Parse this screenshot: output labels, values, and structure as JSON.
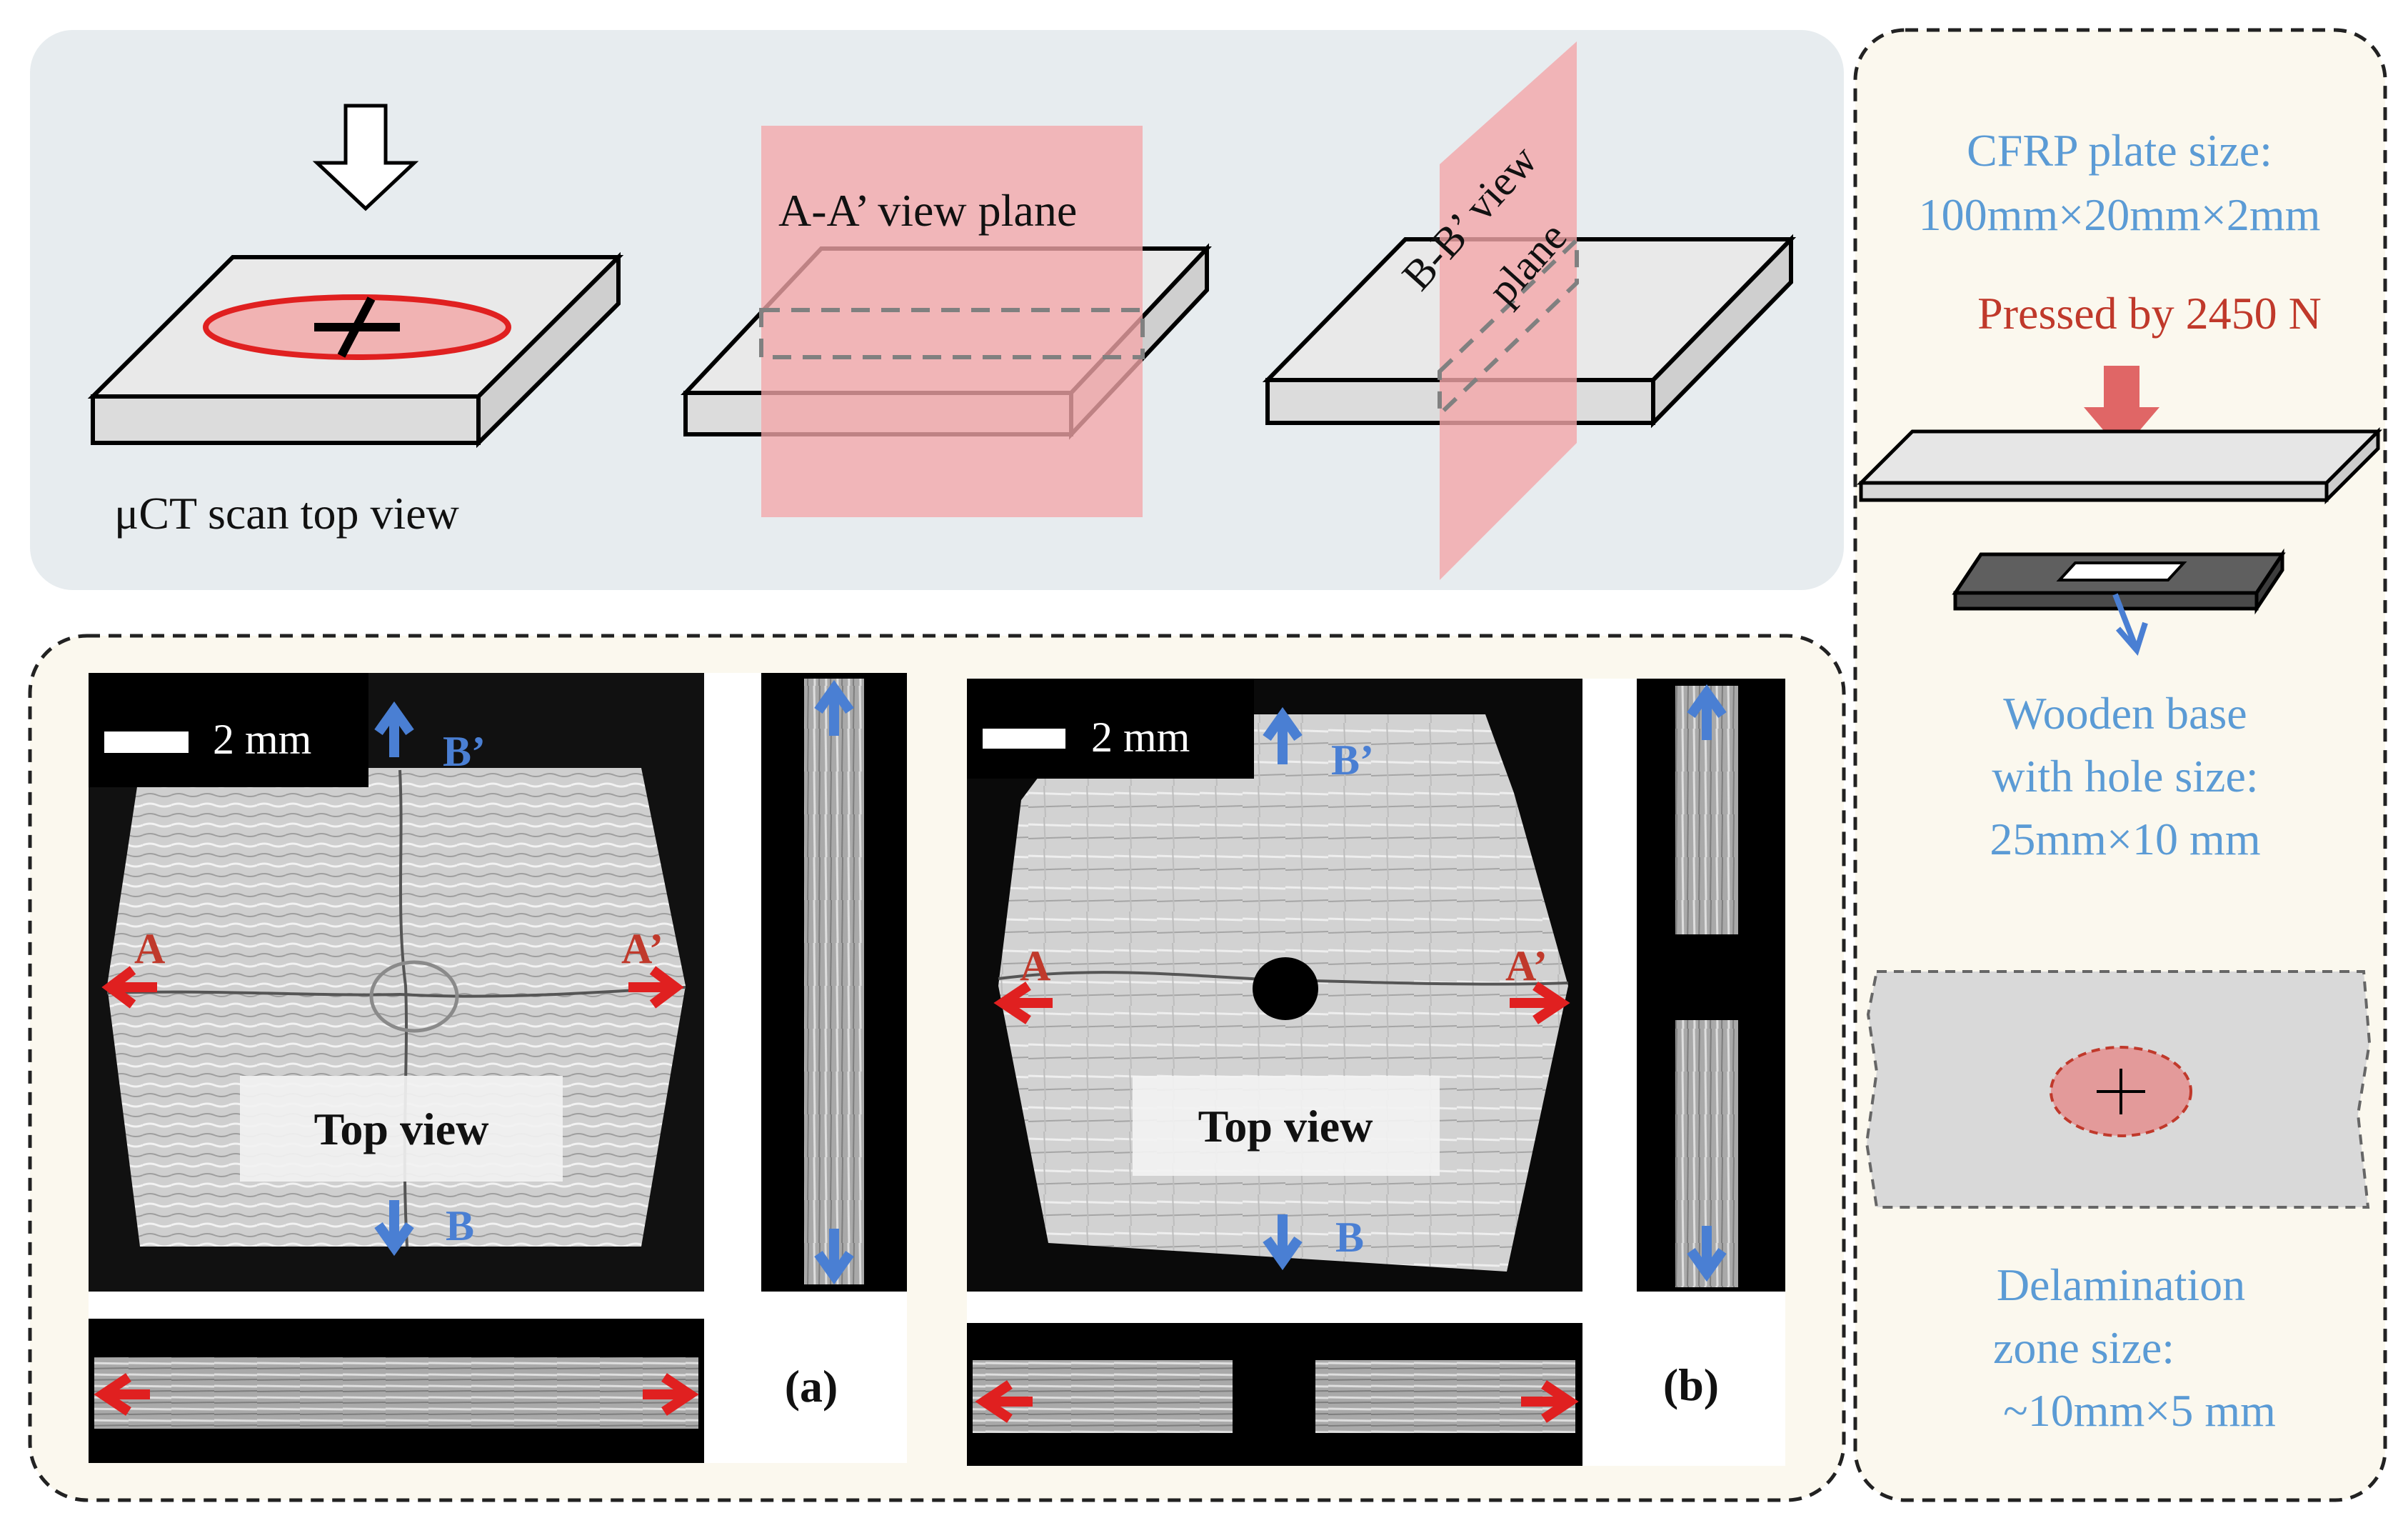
{
  "schematic": {
    "top_view_caption": "μCT scan top view",
    "aa_plane_label": "A-A’ view plane",
    "bb_plane_label_line1": "B-B’ view",
    "bb_plane_label_line2": "plane"
  },
  "panel_a": {
    "scale_bar": "2 mm",
    "label_b_prime": "B’",
    "label_b": "B",
    "label_a": "A",
    "label_a_prime": "A’",
    "top_view": "Top view",
    "panel_letter": "(a)"
  },
  "panel_b": {
    "scale_bar": "2 mm",
    "label_b_prime": "B’",
    "label_b": "B",
    "label_a": "A",
    "label_a_prime": "A’",
    "top_view": "Top view",
    "panel_letter": "(b)"
  },
  "setup": {
    "plate_size_line1": "CFRP plate size:",
    "plate_size_line2": "100mm×20mm×2mm",
    "pressed_by": "Pressed by 2450 N",
    "base_line1": "Wooden base",
    "base_line2": "with hole size:",
    "base_line3": "25mm×10 mm",
    "delam_line1": "Delamination",
    "delam_line2": "zone size:",
    "delam_line3": "~10mm×5 mm"
  },
  "colors": {
    "blue_text": "#5b9bd5",
    "red_text": "#c0392b",
    "pink_plane": "#f4a6a9",
    "panel_bg_top": "#e7ecef",
    "panel_bg_bottom": "#fbf8ee"
  }
}
